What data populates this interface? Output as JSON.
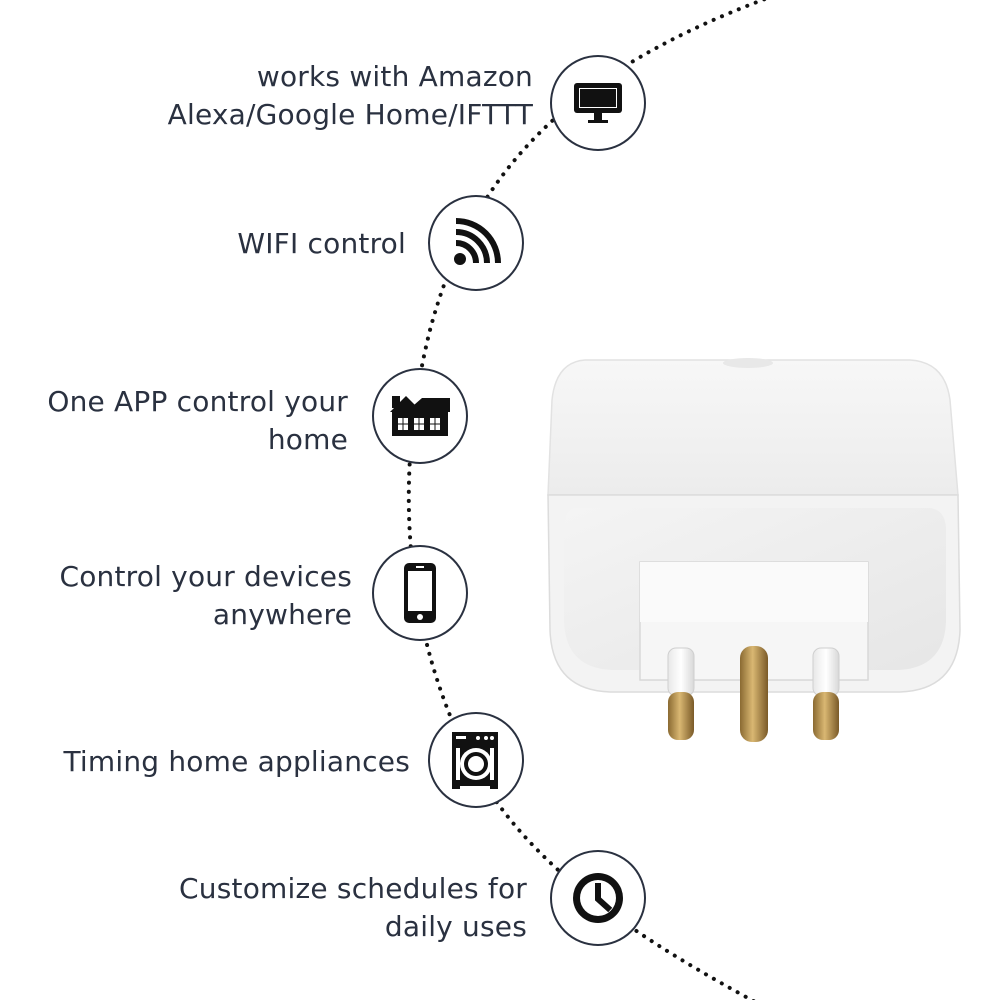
{
  "features": [
    {
      "lines": [
        "works with Amazon",
        "Alexa/Google Home/IFTTT"
      ],
      "icon": "monitor-icon"
    },
    {
      "lines": [
        "WIFI control"
      ],
      "icon": "wifi-icon"
    },
    {
      "lines": [
        "One APP control your",
        "home"
      ],
      "icon": "house-icon"
    },
    {
      "lines": [
        "Control your devices",
        "anywhere"
      ],
      "icon": "smartphone-icon"
    },
    {
      "lines": [
        "Timing home appliances"
      ],
      "icon": "washing-machine-icon"
    },
    {
      "lines": [
        "Customize schedules for",
        "daily uses"
      ],
      "icon": "clock-icon"
    }
  ],
  "colors": {
    "text": "#2a3140",
    "icon": "#111111",
    "plug_body": "#f2f2f2",
    "pin_brass": "#b8904a"
  }
}
